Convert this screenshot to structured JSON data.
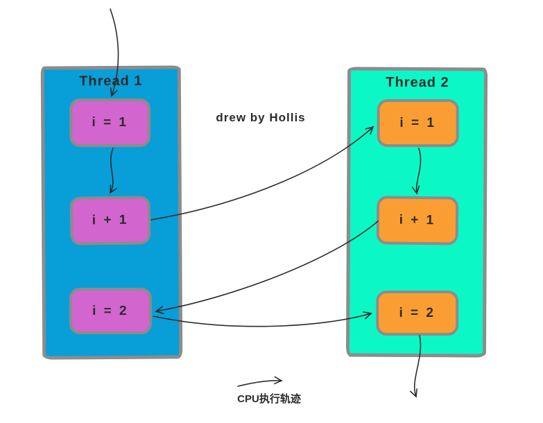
{
  "credit": "drew by Hollis",
  "legend": {
    "label": "CPU执行轨迹"
  },
  "colors": {
    "thread1-panel": "#089ED8",
    "thread1-box": "#D365CE",
    "thread2-panel": "#0BF8C6",
    "thread2-box": "#FA9E33",
    "border": "#8C8C8C",
    "ink": "#2B2B2B",
    "bg": "#FFFFFF"
  },
  "threads": [
    {
      "label": "Thread 1",
      "boxes": [
        "i = 1",
        "i + 1",
        "i = 2"
      ]
    },
    {
      "label": "Thread 2",
      "boxes": [
        "i = 1",
        "i + 1",
        "i = 2"
      ]
    }
  ],
  "arrows": [
    {
      "name": "entry-arrow",
      "from": "start",
      "to": "thread1: i = 1"
    },
    {
      "name": "t1-i1-to-t1-iplus1",
      "from": "thread1: i = 1",
      "to": "thread1: i + 1"
    },
    {
      "name": "t1-iplus1-to-t2-i1",
      "from": "thread1: i + 1",
      "to": "thread2: i = 1"
    },
    {
      "name": "t2-i1-to-t2-iplus1",
      "from": "thread2: i = 1",
      "to": "thread2: i + 1"
    },
    {
      "name": "t2-iplus1-to-t1-i2",
      "from": "thread2: i + 1",
      "to": "thread1: i = 2"
    },
    {
      "name": "t1-i2-to-t2-i2",
      "from": "thread1: i = 2",
      "to": "thread2: i = 2"
    },
    {
      "name": "exit-arrow",
      "from": "thread2: i = 2",
      "to": "end"
    },
    {
      "name": "legend-arrow",
      "from": "legend",
      "to": "legend"
    }
  ]
}
